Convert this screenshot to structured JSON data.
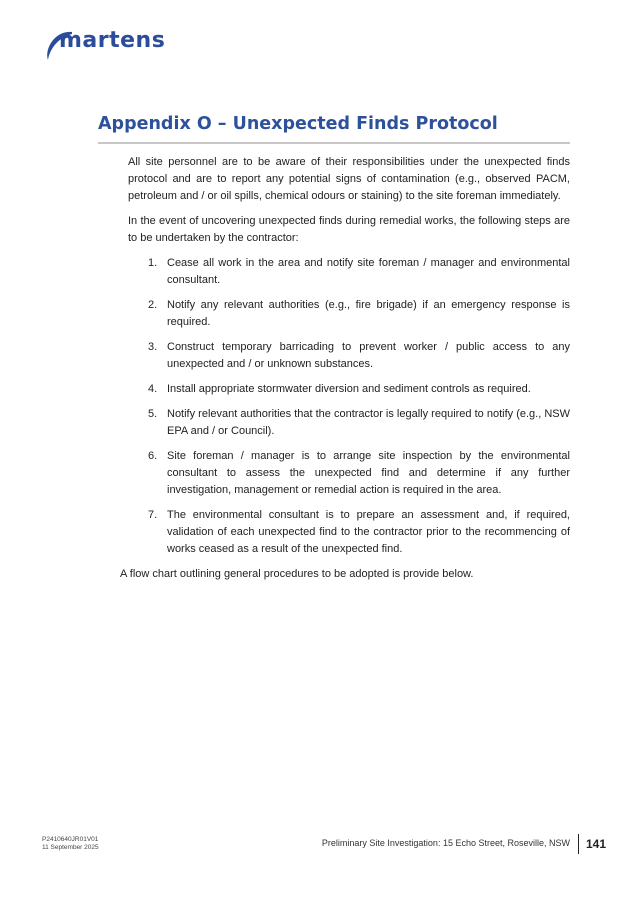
{
  "header": {
    "logo_text": "martens"
  },
  "title": "Appendix O – Unexpected Finds Protocol",
  "paragraphs": [
    "All site personnel are to be aware of their responsibilities under the unexpected finds protocol and are to report any potential signs of contamination (e.g., observed PACM, petroleum and / or oil spills, chemical odours or staining) to the site foreman immediately.",
    "In the event of uncovering unexpected finds during remedial works, the following steps are to be undertaken by the contractor:"
  ],
  "steps": [
    {
      "num": "1.",
      "text": "Cease all work in the area and notify site foreman / manager and environmental consultant."
    },
    {
      "num": "2.",
      "text": "Notify any relevant authorities (e.g., fire brigade) if an emergency response is required."
    },
    {
      "num": "3.",
      "text": "Construct temporary barricading to prevent worker / public access to any unexpected and / or unknown substances."
    },
    {
      "num": "4.",
      "text": "Install appropriate stormwater diversion and sediment controls as required."
    },
    {
      "num": "5.",
      "text": "Notify relevant authorities that the contractor is legally required to notify (e.g., NSW EPA and / or Council)."
    },
    {
      "num": "6.",
      "text": "Site foreman / manager is to arrange site inspection by the environmental consultant to assess the unexpected find and determine if any further investigation, management or remedial action is required in the area."
    },
    {
      "num": "7.",
      "text": "The environmental consultant is to prepare an assessment and, if required, validation of each unexpected find to the contractor prior to the recommencing of works ceased as a result of the unexpected find."
    }
  ],
  "closing": "A flow chart outlining general procedures to be adopted is provide below.",
  "footer": {
    "ref": "P2410640JR01V01",
    "date": "11 September 2025",
    "document": "Preliminary Site Investigation: 15 Echo Street, Roseville, NSW",
    "page": "141"
  }
}
